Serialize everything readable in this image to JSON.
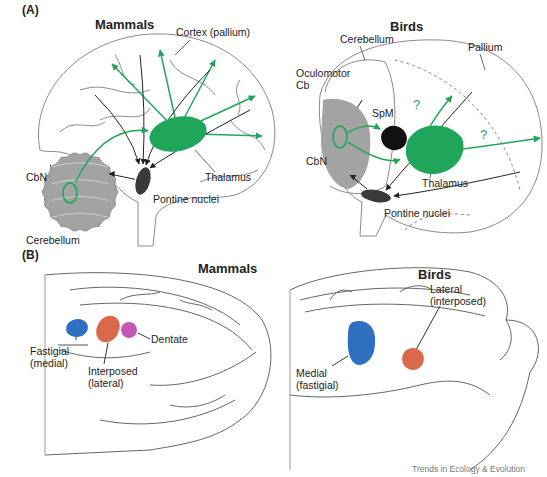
{
  "diagram": {
    "nodes": [
      {
        "text": [
          "Cerebellum"
        ]
      },
      {
        "text": [
          "CbN"
        ],
        "in": 0
      },
      {
        "text": [
          "Thalamus"
        ]
      },
      {
        "text": [
          "Pontine nuclei"
        ]
      },
      {
        "text": [
          "Oculomotor Cb"
        ]
      },
      {
        "text": [
          "CbN"
        ],
        "in": 4
      },
      {
        "text": [
          "SpM"
        ]
      },
      {
        "text": [
          "Thalamus"
        ]
      },
      {
        "text": [
          "Pontine nuclei"
        ]
      },
      {
        "text": [
          "Fastigial (medial)"
        ]
      },
      {
        "text": [
          "Interposed (lateral)"
        ]
      },
      {
        "text": [
          "Dentate"
        ]
      },
      {
        "text": [
          "Medial (fastigial)"
        ]
      },
      {
        "text": [
          "Lateral (interposed)"
        ]
      }
    ],
    "edges": [
      {
        "from": 1,
        "to": 2,
        "arrow": "to"
      },
      {
        "from": 3,
        "to": 0,
        "arrow": "to"
      },
      {
        "from": 5,
        "to": 6,
        "arrow": "to"
      },
      {
        "from": 5,
        "to": 7,
        "arrow": "to"
      },
      {
        "from": 8,
        "to": 4,
        "arrow": "to"
      }
    ],
    "labels": [
      "(A)",
      "Mammals",
      "Birds",
      "Cortex (pallium)",
      "Cerebellum",
      "Pallium",
      "?",
      "?",
      "(B)",
      "Mammals",
      "Birds",
      "Trends in Ecology & Evolution"
    ]
  }
}
